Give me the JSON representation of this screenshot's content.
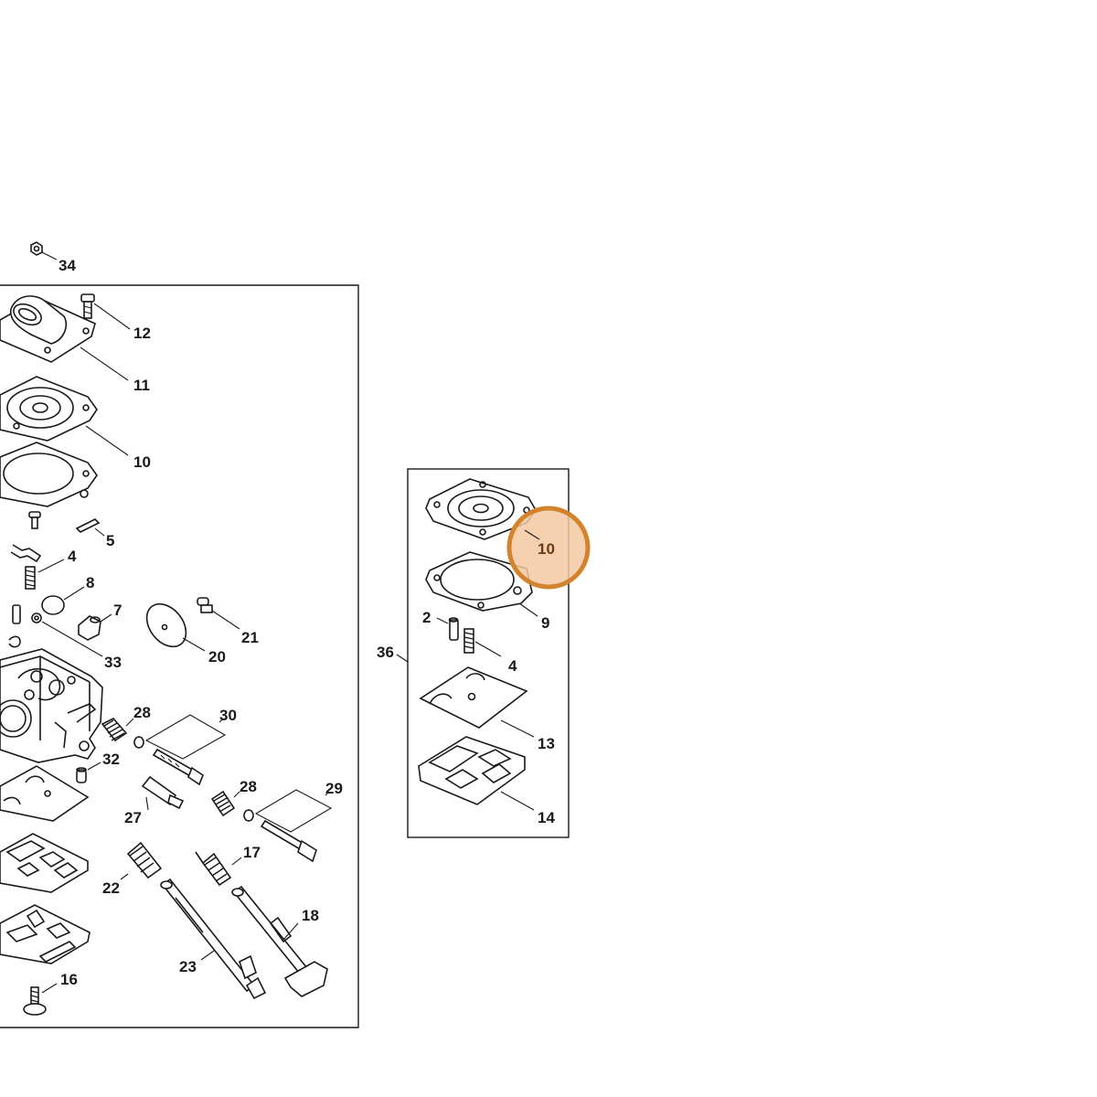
{
  "highlight": {
    "label": "10",
    "ring_color": "#d3822e",
    "fill_color": "#f3c9a1"
  },
  "main_assembly": {
    "labels": {
      "p34": "34",
      "p12": "12",
      "p11": "11",
      "p10": "10",
      "p5": "5",
      "p4": "4",
      "p8": "8",
      "p7": "7",
      "p21": "21",
      "p20": "20",
      "p33": "33",
      "p28a": "28",
      "p30": "30",
      "p32": "32",
      "p27": "27",
      "p28b": "28",
      "p29": "29",
      "p17": "17",
      "p22": "22",
      "p18": "18",
      "p23": "23",
      "p16": "16"
    }
  },
  "repair_kit": {
    "kit_label": "36",
    "labels": {
      "p9": "9",
      "p2": "2",
      "p4": "4",
      "p13": "13",
      "p14": "14"
    }
  }
}
